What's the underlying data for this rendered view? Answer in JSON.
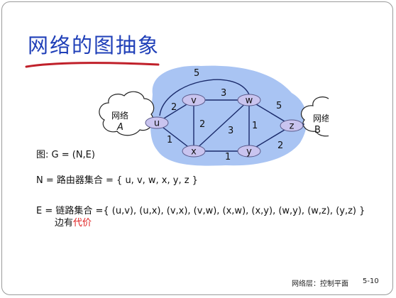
{
  "slide": {
    "title": "网络的图抽象",
    "graph": {
      "nodes": [
        {
          "id": "u",
          "label": "u"
        },
        {
          "id": "v",
          "label": "v"
        },
        {
          "id": "w",
          "label": "w"
        },
        {
          "id": "x",
          "label": "x"
        },
        {
          "id": "y",
          "label": "y"
        },
        {
          "id": "z",
          "label": "z"
        }
      ],
      "edges": [
        {
          "from": "u",
          "to": "v",
          "cost": "2"
        },
        {
          "from": "u",
          "to": "x",
          "cost": "1"
        },
        {
          "from": "u",
          "to": "w",
          "cost": "5"
        },
        {
          "from": "v",
          "to": "x",
          "cost": "2"
        },
        {
          "from": "v",
          "to": "w",
          "cost": "3"
        },
        {
          "from": "x",
          "to": "w",
          "cost": "3"
        },
        {
          "from": "x",
          "to": "y",
          "cost": "1"
        },
        {
          "from": "w",
          "to": "y",
          "cost": "1"
        },
        {
          "from": "w",
          "to": "z",
          "cost": "5"
        },
        {
          "from": "y",
          "to": "z",
          "cost": "2"
        }
      ],
      "cloud_left": {
        "line1": "网络",
        "line2": "A"
      },
      "cloud_right": {
        "line1": "网络",
        "line2": "B"
      },
      "colors": {
        "network": "#a9c4f3",
        "node": "#c9c4ef",
        "node_stroke": "#5a5a8a"
      }
    },
    "definitions": {
      "graph_def": "图: G = (N,E)",
      "node_set": "N = 路由器集合 = { u, v, w, x, y, z }",
      "edge_set": "E = 链路集合 ={ (u,v), (u,x), (v,x), (v,w), (x,w), (x,y), (w,y), (w,z), (y,z) }",
      "edge_cost_prefix": "边有",
      "edge_cost_highlight": "代价"
    },
    "footer": {
      "section": "网络层：控制平面",
      "page": "5-10"
    }
  }
}
